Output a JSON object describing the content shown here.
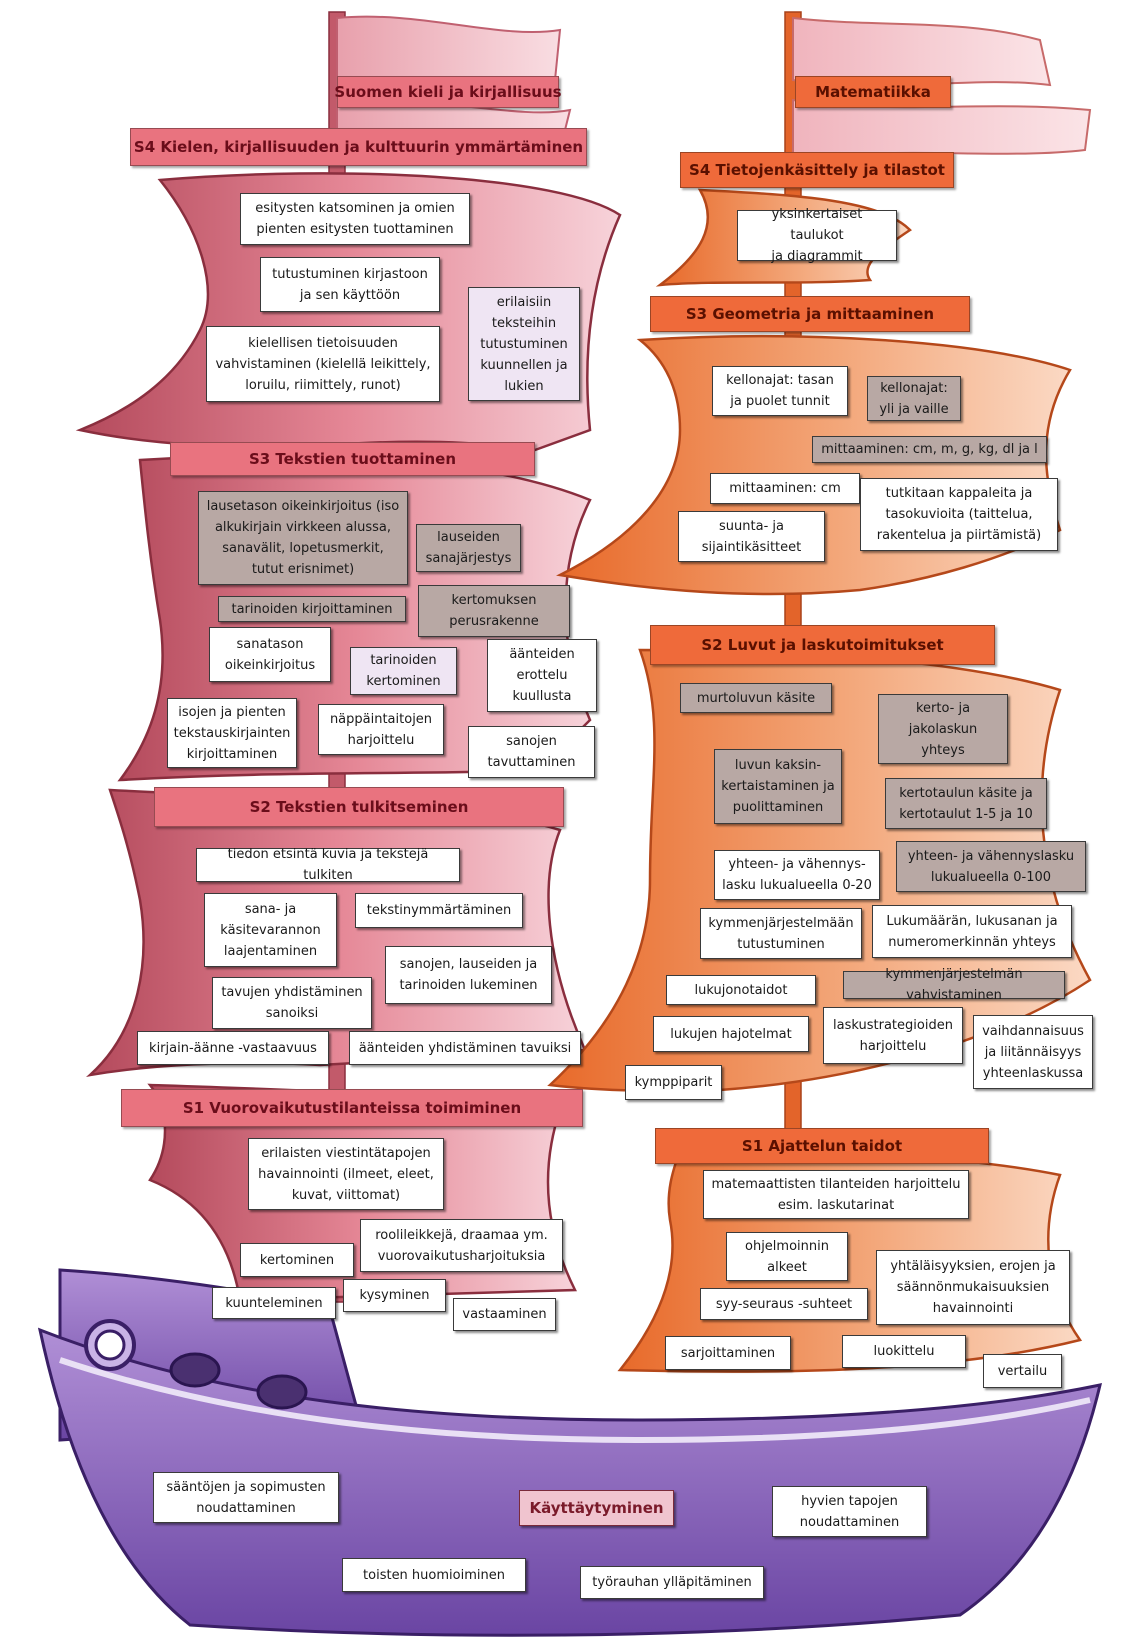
{
  "subjects": {
    "finnish": "Suomen kieli ja kirjallisuus",
    "math": "Matematiikka",
    "behavior": "Käyttäytyminen"
  },
  "finnish_sections": {
    "s4": {
      "title": "S4 Kielen, kirjallisuuden ja kulttuurin ymmärtäminen",
      "items": [
        "esitysten katsominen ja omien\npienten esitysten tuottaminen",
        "tutustuminen kirjastoon\nja sen käyttöön",
        "kielellisen tietoisuuden\nvahvistaminen (kielellä leikittely,\nloruilu, riimittely, runot)",
        "erilaisiin\nteksteihin\ntutustuminen\nkuunnellen ja\nlukien"
      ]
    },
    "s3": {
      "title": "S3 Tekstien tuottaminen",
      "items": [
        "lausetason oikeinkirjoitus (iso\nalkukirjain virkkeen alussa,\nsanavälit, lopetusmerkit,\ntutut erisnimet)",
        "lauseiden\nsanajärjestys",
        "tarinoiden kirjoittaminen",
        "kertomuksen\nperusrakenne",
        "sanatason\noikeinkirjoitus",
        "tarinoiden\nkertominen",
        "äänteiden\nerottelu\nkuullusta",
        "isojen ja pienten\ntekstauskirjainten\nkirjoittaminen",
        "näppäintaitojen\nharjoittelu",
        "sanojen\ntavuttaminen"
      ]
    },
    "s2": {
      "title": "S2 Tekstien tulkitseminen",
      "items": [
        "tiedon etsintä kuvia ja tekstejä tulkiten",
        "sana- ja\nkäsitevarannon\nlaajentaminen",
        "tekstinymmärtäminen",
        "sanojen, lauseiden ja\ntarinoiden lukeminen",
        "tavujen yhdistäminen\nsanoiksi",
        "kirjain-äänne -vastaavuus",
        "äänteiden yhdistäminen tavuiksi"
      ]
    },
    "s1": {
      "title": "S1 Vuorovaikutustilanteissa toimiminen",
      "items": [
        "erilaisten viestintätapojen\nhavainnointi (ilmeet, eleet,\nkuvat, viittomat)",
        "roolileikkejä, draamaa ym.\nvuorovaikutusharjoituksia",
        "kertominen",
        "kuunteleminen",
        "kysyminen",
        "vastaaminen"
      ]
    }
  },
  "math_sections": {
    "s4": {
      "title": "S4 Tietojenkäsittely ja tilastot",
      "items": [
        "yksinkertaiset taulukot\nja diagrammit"
      ]
    },
    "s3": {
      "title": "S3 Geometria ja mittaaminen",
      "items": [
        "kellonajat: tasan\nja puolet tunnit",
        "kellonajat:\nyli ja vaille",
        "mittaaminen: cm, m, g, kg, dl ja l",
        "mittaaminen: cm",
        "tutkitaan kappaleita ja\ntasokuvioita (taittelua,\nrakentelua ja piirtämistä)",
        "suunta- ja\nsijaintikäsitteet"
      ]
    },
    "s2": {
      "title": "S2 Luvut ja laskutoimitukset",
      "items": [
        "murtoluvun käsite",
        "kerto- ja\njakolaskun\nyhteys",
        "luvun kaksin-\nkertaistaminen ja\npuolittaminen",
        "kertotaulun käsite ja\nkertotaulut 1-5 ja 10",
        "yhteen- ja vähennys-\nlasku lukualueella 0-20",
        "yhteen- ja vähennyslasku\nlukualueella 0-100",
        "kymmenjärjestelmään\ntutustuminen",
        "Lukumäärän, lukusanan ja\nnumeromerkinnän yhteys",
        "lukujonotaidot",
        "kymmenjärjestelmän vahvistaminen",
        "lukujen hajotelmat",
        "laskustrategioiden\nharjoittelu",
        "vaihdannaisuus\nja liitännäisyys\nyhteenlaskussa",
        "kymppiparit"
      ]
    },
    "s1": {
      "title": "S1 Ajattelun taidot",
      "items": [
        "matemaattisten tilanteiden harjoittelu\nesim. laskutarinat",
        "ohjelmoinnin\nalkeet",
        "yhtäläisyyksien, erojen ja\nsäännönmukaisuuksien\nhavainnointi",
        "syy-seuraus -suhteet",
        "sarjoittaminen",
        "luokittelu",
        "vertailu"
      ]
    }
  },
  "behavior_items": [
    "sääntöjen ja sopimusten\nnoudattaminen",
    "hyvien tapojen\nnoudattaminen",
    "toisten huomioiminen",
    "työrauhan ylläpitäminen"
  ],
  "colors": {
    "pink_sail": "#d9707f",
    "pink_banner": "#e9737f",
    "orange_sail": "#ef8a55",
    "orange_banner": "#ef6a3a",
    "hull": "#8f6bbd",
    "grey_box": "#b8a8a4"
  }
}
